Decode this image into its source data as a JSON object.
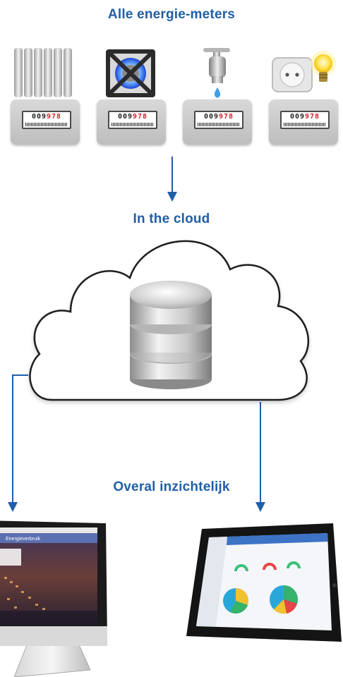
{
  "headings": {
    "meters": "Alle energie-meters",
    "cloud": "In the cloud",
    "overal": "Overal inzichtelijk"
  },
  "meters": [
    {
      "icon": "radiator-icon",
      "reading_black": "009",
      "reading_red": "978"
    },
    {
      "icon": "gas-burner-icon",
      "reading_black": "009",
      "reading_red": "978"
    },
    {
      "icon": "water-tap-icon",
      "reading_black": "009",
      "reading_red": "978"
    },
    {
      "icon": "power-socket-bulb-icon",
      "reading_black": "009",
      "reading_red": "978"
    }
  ],
  "colors": {
    "heading": "#1f5fa8",
    "arrow": "#1f5fa8",
    "meter_red": "#d0202a"
  },
  "devices": {
    "monitor_app_title": "Energieverbruik"
  }
}
